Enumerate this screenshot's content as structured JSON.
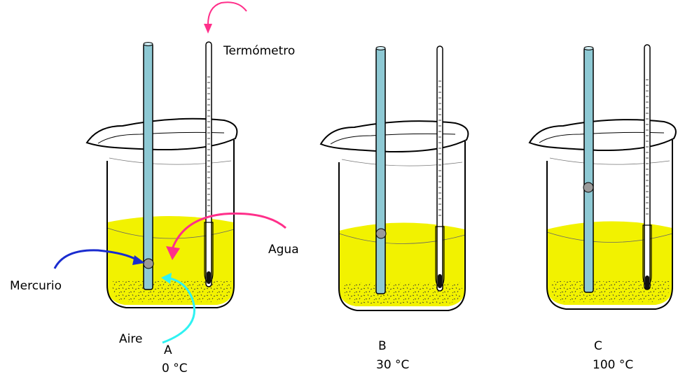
{
  "labels": {
    "thermometer": "Termómetro",
    "water": "Agua",
    "mercury": "Mercurio",
    "air": "Aire"
  },
  "colors": {
    "liquid": "#f2f200",
    "tube": "#8ec9d4",
    "mercury_drop": "#9a9a9a",
    "arrow_thermometer": "#ff2f8a",
    "arrow_water": "#ff2f8a",
    "arrow_mercury": "#1a2ccf",
    "arrow_air": "#2ff2f2"
  },
  "beakers": [
    {
      "letter": "A",
      "temperature": "0 °C"
    },
    {
      "letter": "B",
      "temperature": "30 °C"
    },
    {
      "letter": "C",
      "temperature": "100 °C"
    }
  ]
}
